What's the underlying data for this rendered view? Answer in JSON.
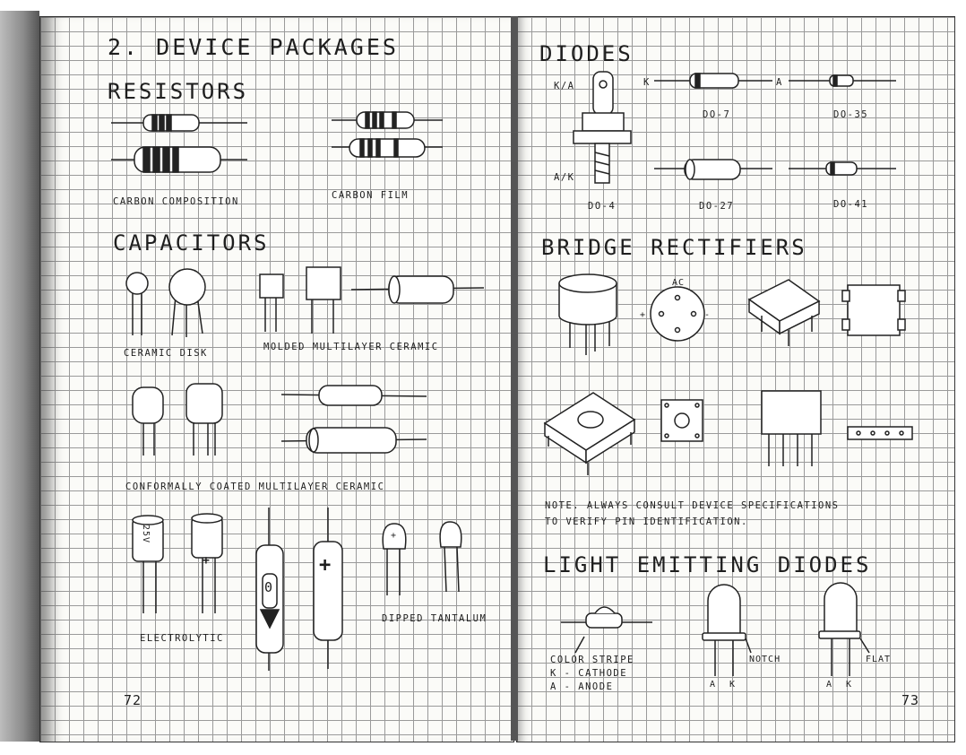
{
  "left_page": {
    "title": "2. DEVICE PACKAGES",
    "resistors": {
      "heading": "RESISTORS",
      "labels": [
        "CARBON COMPOSITION",
        "CARBON FILM"
      ]
    },
    "capacitors": {
      "heading": "CAPACITORS",
      "labels": [
        "CERAMIC DISK",
        "MOLDED MULTILAYER CERAMIC",
        "CONFORMALLY COATED MULTILAYER CERAMIC",
        "DIPPED TANTALUM",
        "ELECTROLYTIC"
      ],
      "markings": [
        "25V",
        "+",
        "0",
        "+",
        "+"
      ]
    },
    "page_number": "72"
  },
  "right_page": {
    "diodes": {
      "heading": "DIODES",
      "pin_labels": [
        "K/A",
        "A/K",
        "K",
        "A"
      ],
      "packages": [
        "DO-7",
        "DO-35",
        "DO-4",
        "DO-27",
        "DO-41"
      ]
    },
    "bridge_rectifiers": {
      "heading": "BRIDGE RECTIFIERS",
      "pin_labels": [
        "AC",
        "+",
        "-"
      ]
    },
    "note": {
      "line1": "NOTE. ALWAYS CONSULT DEVICE SPECIFICATIONS",
      "line2": "TO VERIFY PIN IDENTIFICATION."
    },
    "leds": {
      "heading": "LIGHT EMITTING DIODES",
      "legend": [
        "COLOR STRIPE",
        "K - CATHODE",
        "A - ANODE"
      ],
      "features": [
        "NOTCH",
        "FLAT"
      ],
      "pin_labels": [
        "A",
        "K"
      ]
    },
    "page_number": "73"
  }
}
